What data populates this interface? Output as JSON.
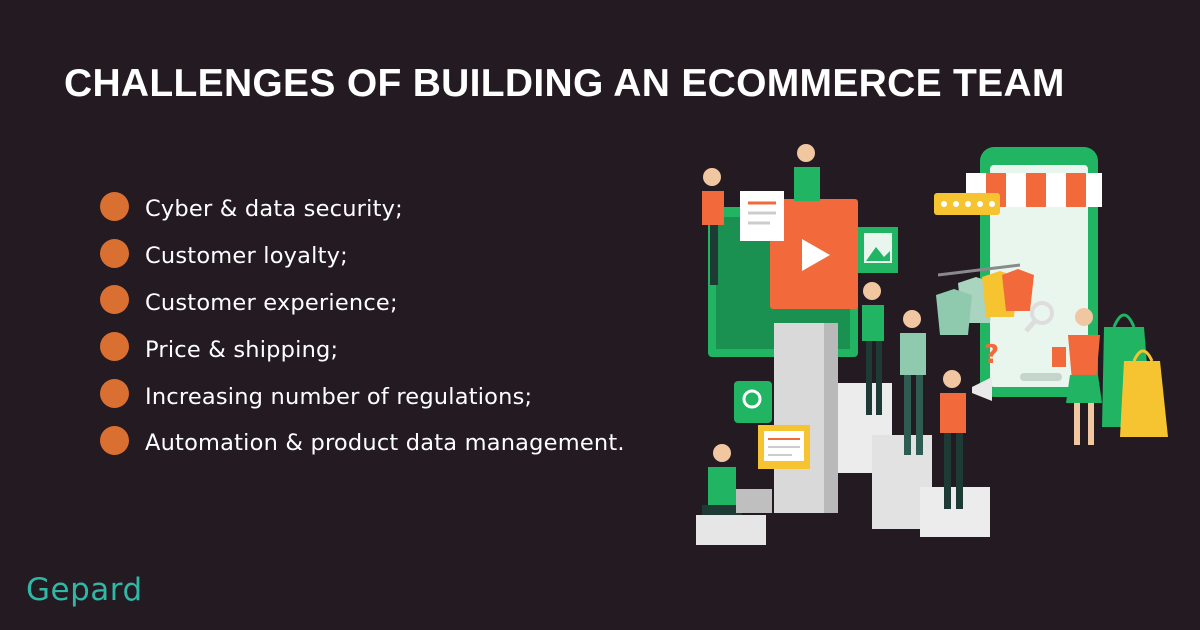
{
  "title": "CHALLENGES OF BUILDING AN ECOMMERCE TEAM",
  "bullets": [
    "Cyber & data security;",
    "Customer loyalty;",
    "Customer experience;",
    "Price & shipping;",
    "Increasing number of regulations;",
    "Automation & product data management."
  ],
  "logo": "Gepard",
  "colors": {
    "background": "#231a22",
    "bullet": "#d96f31",
    "logo": "#2fb8a5",
    "green": "#20b463",
    "orange": "#f26a3b",
    "yellow": "#f6c431"
  },
  "icons": [
    "play-icon",
    "image-icon",
    "search-icon",
    "megaphone-icon",
    "question-icon",
    "star-icon"
  ]
}
